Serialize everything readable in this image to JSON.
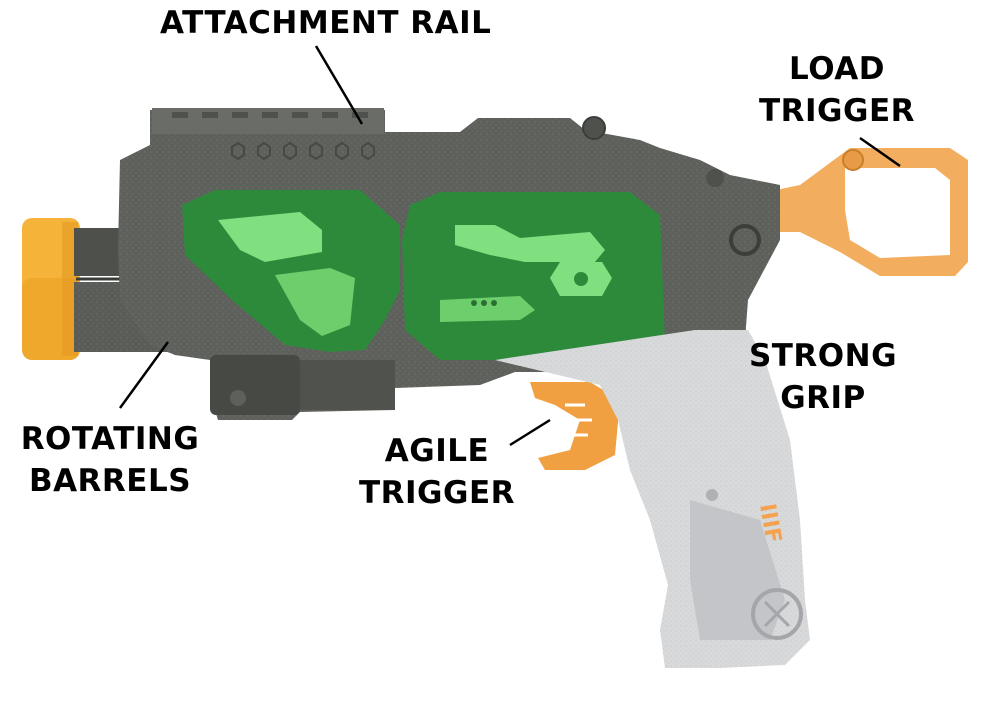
{
  "labels": {
    "attachment_rail": "ATTACHMENT RAIL",
    "load_trigger": [
      "LOAD",
      "TRIGGER"
    ],
    "strong_grip": [
      "STRONG",
      "GRIP"
    ],
    "agile_trigger": [
      "AGILE",
      "TRIGGER"
    ],
    "rotating_barrels": [
      "ROTATING",
      "BARRELS"
    ],
    "brand_mark": "IIIF"
  },
  "colors": {
    "body": "#5e605c",
    "body_dark": "#474945",
    "panel_dark": "#2e8a3b",
    "panel_light": "#7fe07f",
    "barrel_cap": "#f5b33a",
    "load_trigger": "#f3ad5e",
    "grip": "#d8d9db",
    "grip_shadow": "#b9babd",
    "leader": "#000000"
  }
}
